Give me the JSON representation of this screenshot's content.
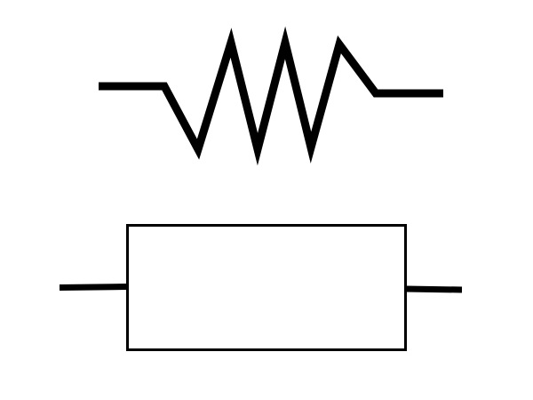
{
  "diagram": {
    "symbols": [
      {
        "kind": "resistor-zigzag-symbol",
        "style": "US / ANSI"
      },
      {
        "kind": "resistor-rectangle-symbol",
        "style": "IEC"
      }
    ],
    "colors": {
      "stroke": "#000000",
      "background": "#ffffff"
    }
  }
}
